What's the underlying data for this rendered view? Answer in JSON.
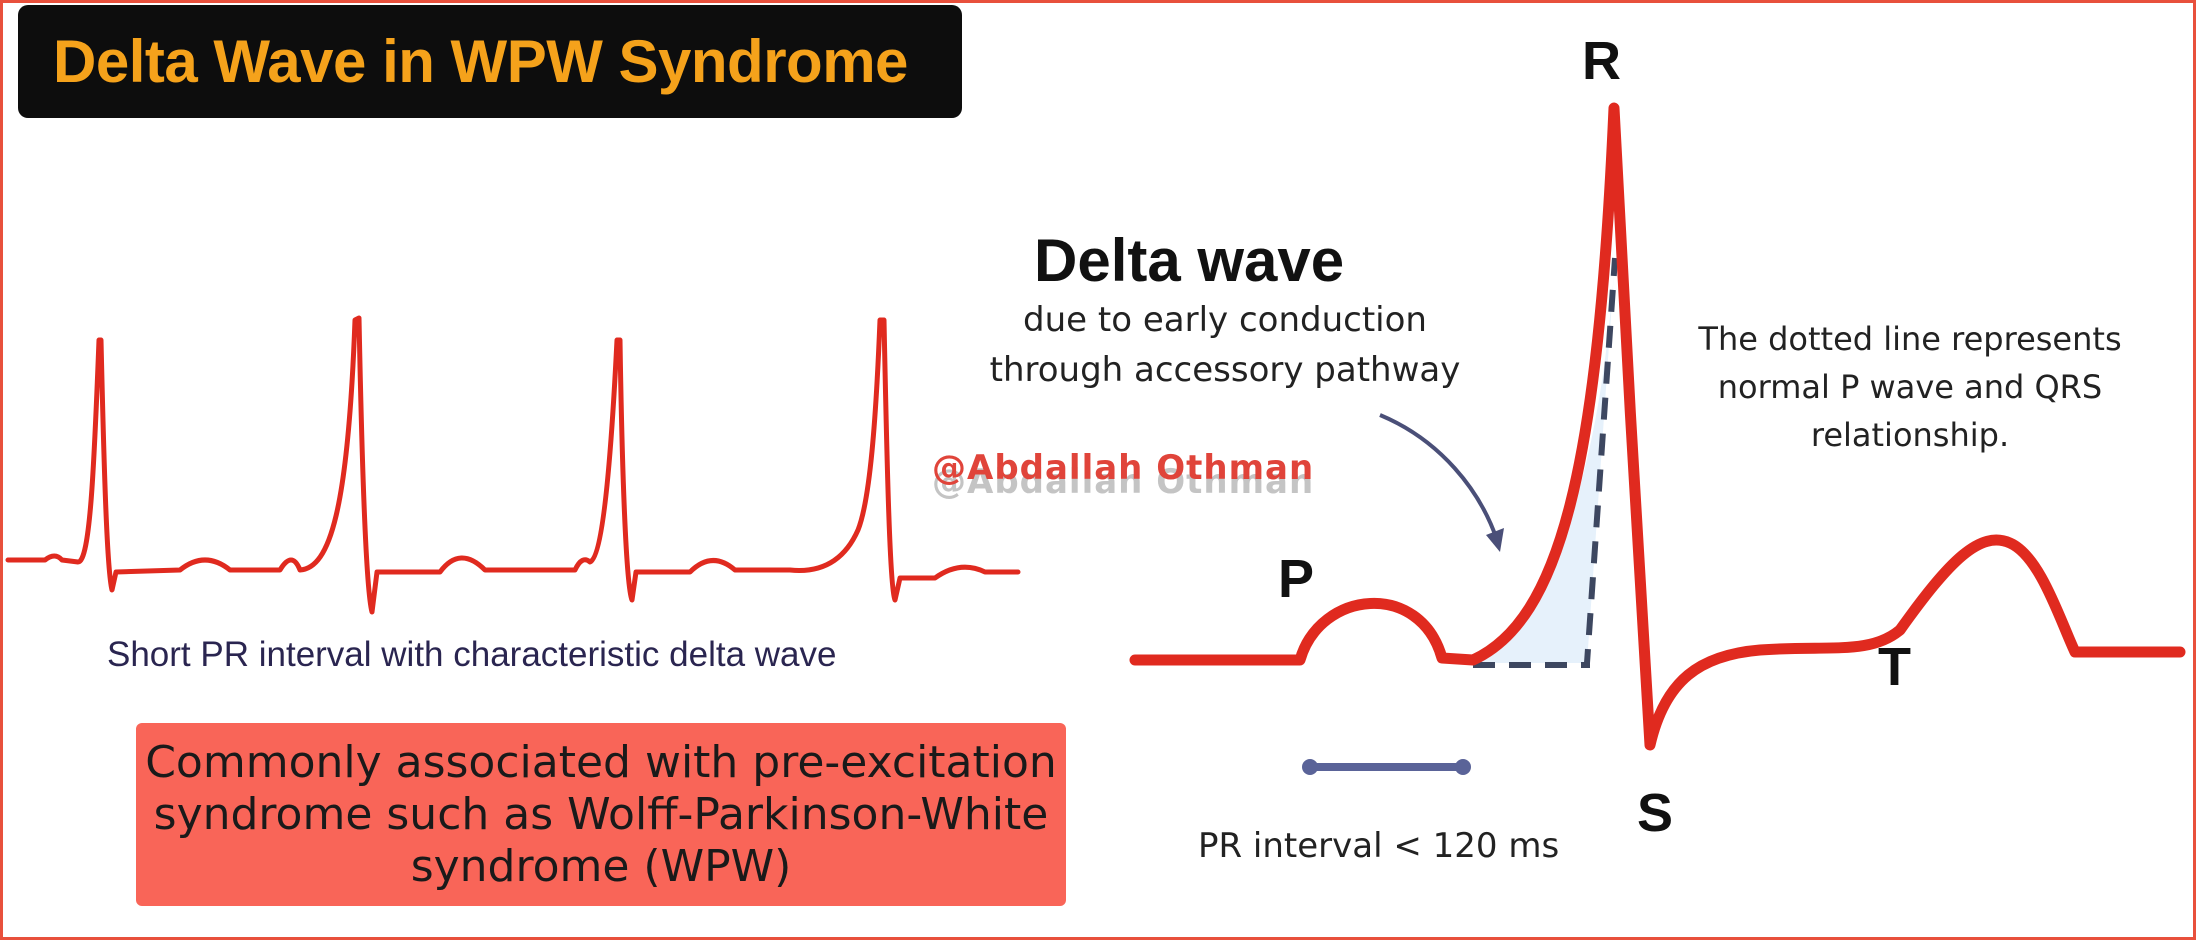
{
  "title": "Delta Wave in WPW Syndrome",
  "ecg_strip": {
    "caption": "Short PR interval with characteristic delta wave",
    "watermark": "@Abdallah Othman"
  },
  "note_box": {
    "lines": [
      "Commonly associated with pre-excitation",
      "syndrome such as Wolff-Parkinson-White",
      "syndrome (WPW)"
    ]
  },
  "diagram": {
    "delta_wave_title": "Delta wave",
    "delta_wave_desc": [
      "due to early conduction",
      "through accessory pathway"
    ],
    "dotted_note": [
      "The dotted line represents",
      "normal P wave and QRS",
      "relationship."
    ],
    "labels": {
      "p": "P",
      "r": "R",
      "s": "S",
      "t": "T"
    },
    "pr_interval": "PR interval < 120 ms"
  },
  "colors": {
    "ecg_red": "#e02a1f",
    "title_orange": "#f5a21b",
    "note_box": "#f96558",
    "arrow": "#4a4f78",
    "delta_fill": "#e6f1fb",
    "frame": "#e8503c"
  }
}
